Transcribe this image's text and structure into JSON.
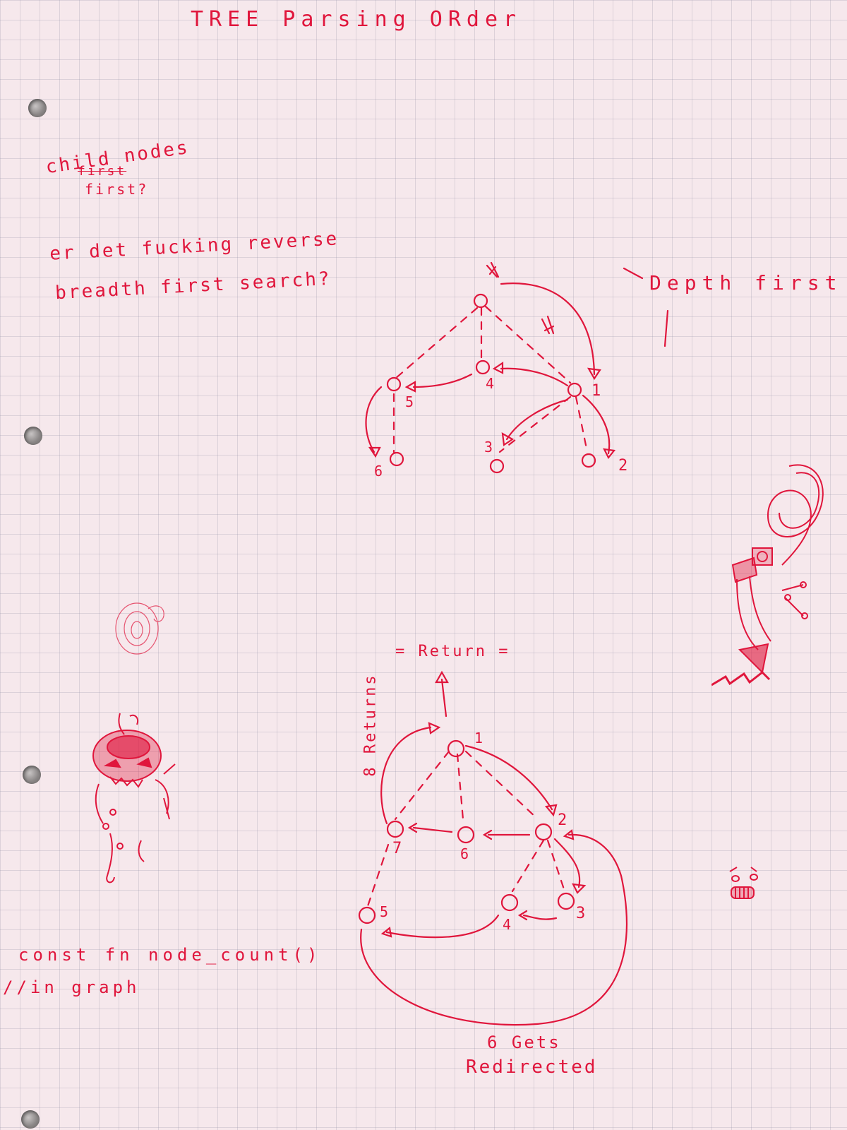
{
  "title": "TREE Parsing ORder",
  "notes": {
    "child_nodes": "child nodes",
    "struck_word": "first",
    "first_q": "first?",
    "question_line1": "er det fucking reverse",
    "question_line2": "breadth first search?",
    "depth_first": "Depth first",
    "const_fn": "const fn node_count()",
    "comment": "//in graph",
    "return_label": "= Return =",
    "returns_label": "8 Returns",
    "redirect_line1": "6 Gets",
    "redirect_line2": "Redirected"
  },
  "diagram1": {
    "node_labels": [
      "1",
      "2",
      "3",
      "4",
      "5",
      "6"
    ]
  },
  "diagram2": {
    "node_labels": [
      "1",
      "2",
      "3",
      "4",
      "5",
      "6",
      "7"
    ]
  },
  "colors": {
    "ink": "#e0163c",
    "paper": "#f6e8ec",
    "grid": "#a8a6b6"
  },
  "doodles": [
    "pumpkin-head-doodle",
    "snail-doodle",
    "robot-arm-doodle",
    "face-doodle"
  ]
}
